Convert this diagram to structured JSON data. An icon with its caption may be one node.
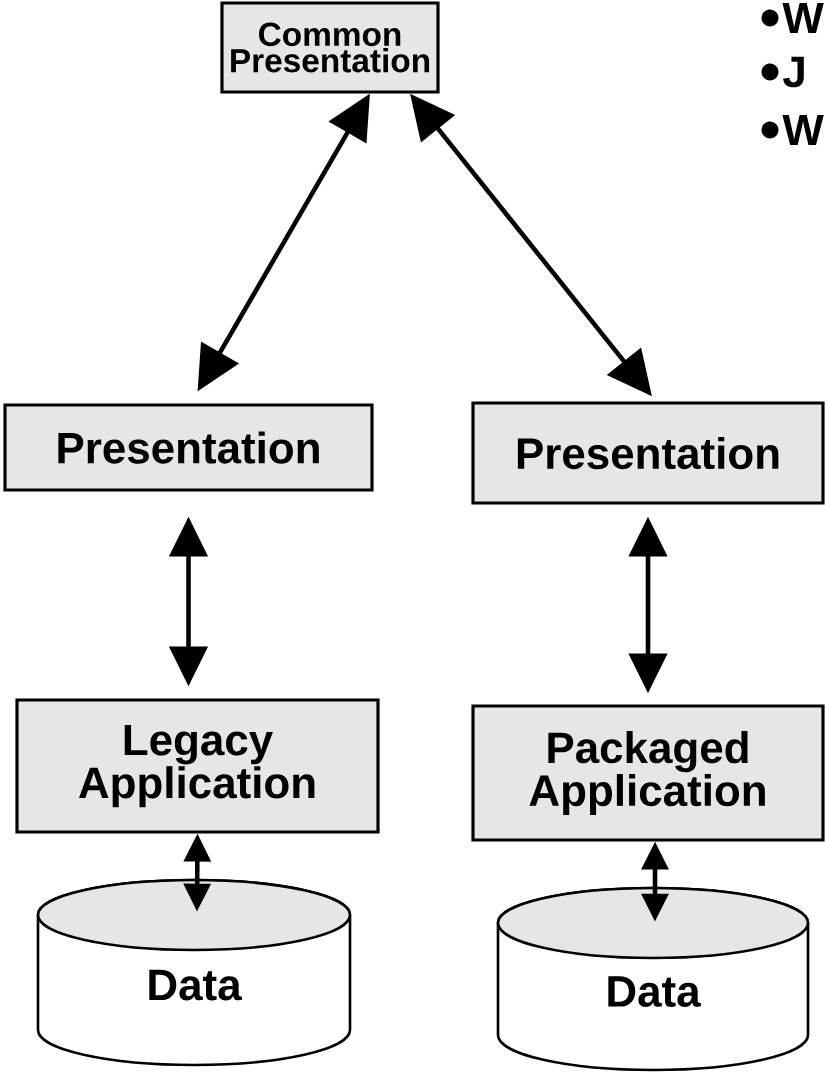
{
  "diagram": {
    "nodes": [
      {
        "text": [
          "Common Presentation"
        ]
      },
      {
        "text": [
          "Presentation"
        ]
      },
      {
        "text": [
          "Presentation"
        ]
      },
      {
        "text": [
          "Legacy Application"
        ]
      },
      {
        "text": [
          "Packaged Application"
        ]
      },
      {
        "text": [
          "Data"
        ]
      },
      {
        "text": [
          "Data"
        ]
      }
    ],
    "edges": [
      {
        "from": 0,
        "to": 1,
        "arrow": "both"
      },
      {
        "from": 0,
        "to": 2,
        "arrow": "both"
      },
      {
        "from": 1,
        "to": 3,
        "arrow": "both"
      },
      {
        "from": 2,
        "to": 4,
        "arrow": "both"
      },
      {
        "from": 3,
        "to": 5,
        "arrow": "both"
      },
      {
        "from": 4,
        "to": 6,
        "arrow": "both"
      }
    ],
    "labels": [
      "W",
      "J",
      "W"
    ]
  }
}
